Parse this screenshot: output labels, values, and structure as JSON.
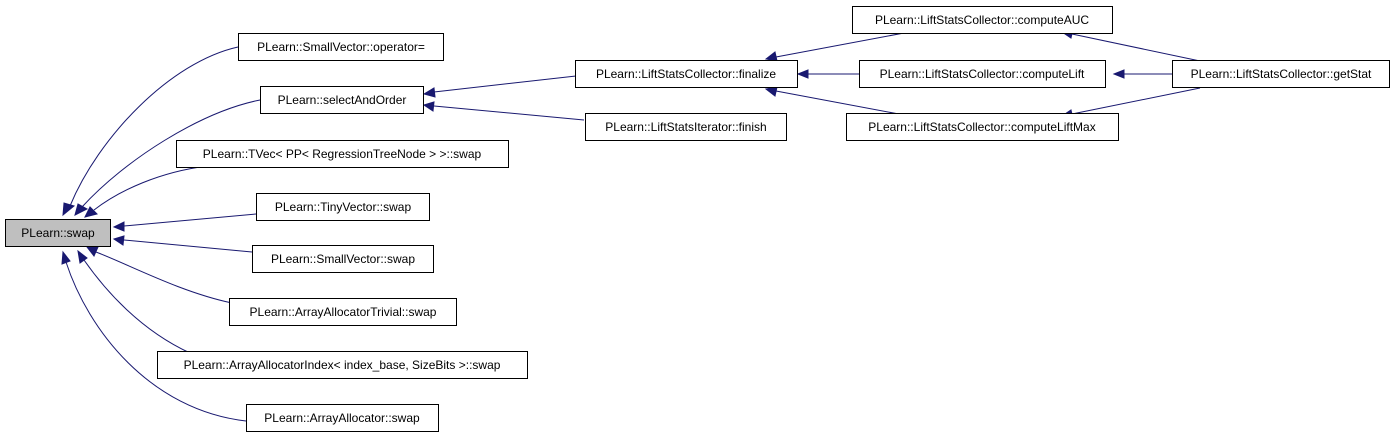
{
  "colors": {
    "edge": "#191970",
    "root_fill": "#bfbfbf",
    "node_fill": "#ffffff",
    "border": "#000000"
  },
  "nodes": {
    "swap": "PLearn::swap",
    "sv_op": "PLearn::SmallVector::operator=",
    "sel_ord": "PLearn::selectAndOrder",
    "tvec": "PLearn::TVec< PP< RegressionTreeNode > >::swap",
    "tiny": "PLearn::TinyVector::swap",
    "sv_swap": "PLearn::SmallVector::swap",
    "aat": "PLearn::ArrayAllocatorTrivial::swap",
    "aai": "PLearn::ArrayAllocatorIndex< index_base, SizeBits >::swap",
    "aa": "PLearn::ArrayAllocator::swap",
    "finalize": "PLearn::LiftStatsCollector::finalize",
    "finish": "PLearn::LiftStatsIterator::finish",
    "auc": "PLearn::LiftStatsCollector::computeAUC",
    "lift": "PLearn::LiftStatsCollector::computeLift",
    "liftmax": "PLearn::LiftStatsCollector::computeLiftMax",
    "getstat": "PLearn::LiftStatsCollector::getStat"
  },
  "edges": [
    [
      "sv_op",
      "swap"
    ],
    [
      "sel_ord",
      "swap"
    ],
    [
      "tvec",
      "swap"
    ],
    [
      "tiny",
      "swap"
    ],
    [
      "sv_swap",
      "swap"
    ],
    [
      "aat",
      "swap"
    ],
    [
      "aai",
      "swap"
    ],
    [
      "aa",
      "swap"
    ],
    [
      "finalize",
      "sel_ord"
    ],
    [
      "finish",
      "sel_ord"
    ],
    [
      "auc",
      "finalize"
    ],
    [
      "lift",
      "finalize"
    ],
    [
      "liftmax",
      "finalize"
    ],
    [
      "getstat",
      "auc"
    ],
    [
      "getstat",
      "lift"
    ],
    [
      "getstat",
      "liftmax"
    ]
  ]
}
